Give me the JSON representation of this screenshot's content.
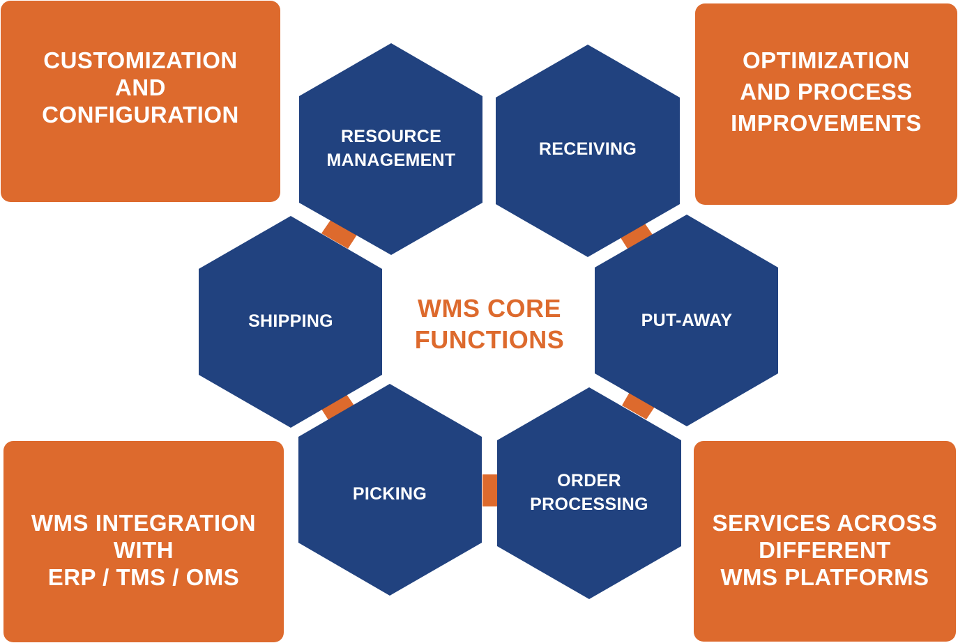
{
  "colors": {
    "orange": "#DD6A2D",
    "navy": "#21427F",
    "white": "#ffffff"
  },
  "center_title": "WMS CORE\nFUNCTIONS",
  "corner_boxes": {
    "top_left": "CUSTOMIZATION\nAND\nCONFIGURATION",
    "top_right": "OPTIMIZATION\nAND PROCESS\nIMPROVEMENTS",
    "bottom_left": "WMS INTEGRATION\nWITH\nERP / TMS / OMS",
    "bottom_right": "SERVICES ACROSS\nDIFFERENT\nWMS PLATFORMS"
  },
  "core_functions": [
    "RESOURCE\nMANAGEMENT",
    "RECEIVING",
    "PUT-AWAY",
    "ORDER\nPROCESSING",
    "PICKING",
    "SHIPPING"
  ]
}
